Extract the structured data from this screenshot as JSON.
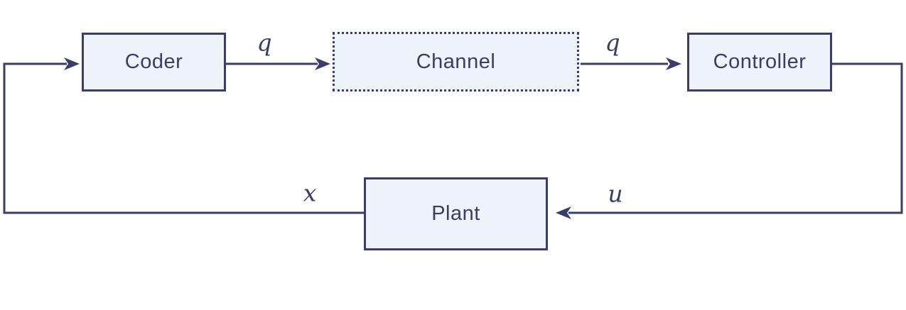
{
  "diagram": {
    "type": "block-diagram",
    "background_color": "#ffffff",
    "stroke_color": "#3a3d68",
    "node_fill_color": "#edf3f9",
    "nodes": [
      {
        "id": "coder",
        "label": "Coder",
        "border_style": "solid"
      },
      {
        "id": "channel",
        "label": "Channel",
        "border_style": "dotted"
      },
      {
        "id": "controller",
        "label": "Controller",
        "border_style": "solid"
      },
      {
        "id": "plant",
        "label": "Plant",
        "border_style": "solid"
      }
    ],
    "edges": [
      {
        "from": "coder",
        "to": "channel",
        "label": "q"
      },
      {
        "from": "channel",
        "to": "controller",
        "label": "q"
      },
      {
        "from": "controller",
        "to": "plant",
        "label": "u"
      },
      {
        "from": "plant",
        "to": "coder",
        "label": "x"
      }
    ]
  }
}
